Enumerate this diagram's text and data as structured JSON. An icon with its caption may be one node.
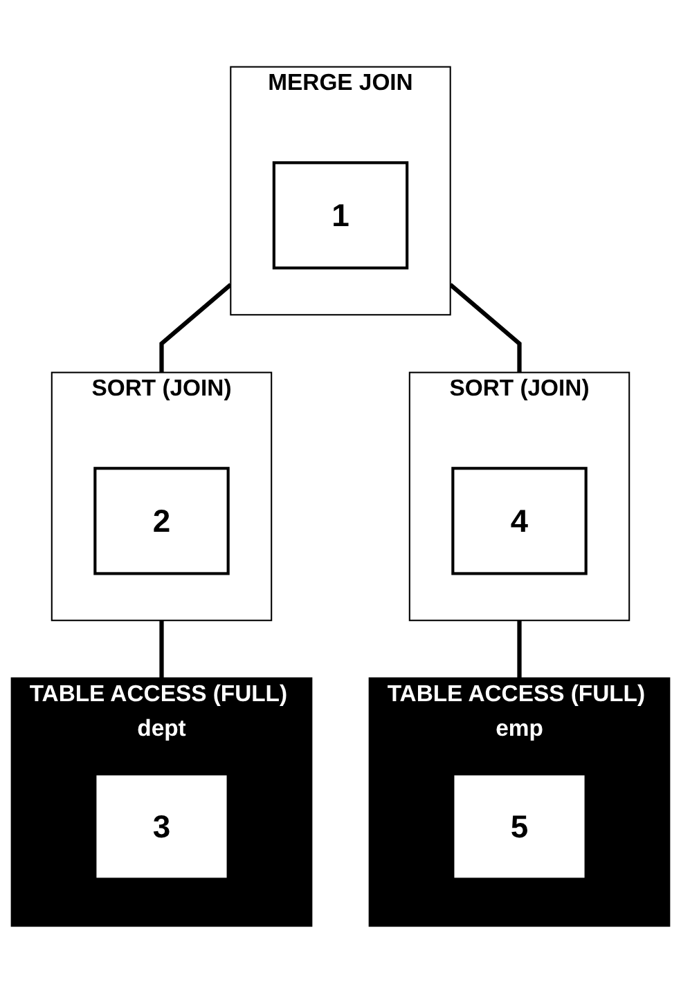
{
  "diagram": {
    "nodes": [
      {
        "text": [
          "MERGE JOIN"
        ]
      },
      {
        "text": [
          "1"
        ],
        "in": 0
      },
      {
        "text": [
          "SORT (JOIN)"
        ]
      },
      {
        "text": [
          "2"
        ],
        "in": 2
      },
      {
        "text": [
          "SORT (JOIN)"
        ]
      },
      {
        "text": [
          "4"
        ],
        "in": 4
      },
      {
        "text": [
          "TABLE ACCESS (FULL) dept"
        ]
      },
      {
        "text": [
          "3"
        ],
        "in": 6
      },
      {
        "text": [
          "TABLE ACCESS (FULL) emp"
        ]
      },
      {
        "text": [
          "5"
        ],
        "in": 8
      }
    ],
    "edges": [
      {
        "from": 0,
        "to": 2,
        "arrow": "none"
      },
      {
        "from": 0,
        "to": 4,
        "arrow": "none"
      },
      {
        "from": 2,
        "to": 6,
        "arrow": "none"
      },
      {
        "from": 4,
        "to": 8,
        "arrow": "none"
      }
    ]
  }
}
